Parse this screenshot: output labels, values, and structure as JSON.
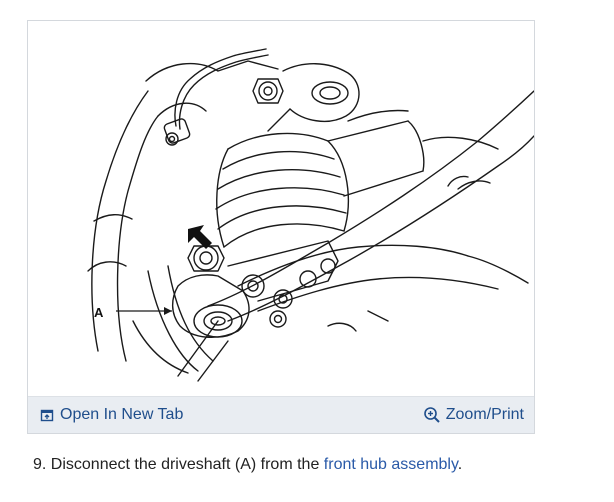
{
  "figure": {
    "callout_label": "A",
    "toolbar": {
      "open_tab_label": "Open In New Tab",
      "zoom_print_label": "Zoom/Print",
      "open_tab_icon": "open-external-icon",
      "zoom_icon": "zoom-in-icon"
    }
  },
  "instruction": {
    "prefix": "9. Disconnect the driveshaft (A) from the ",
    "link_text": "front hub assembly",
    "suffix": "."
  },
  "colors": {
    "link": "#2a5aa8",
    "toolbar_bg": "#e9edf2",
    "border": "#d4d8dd"
  }
}
